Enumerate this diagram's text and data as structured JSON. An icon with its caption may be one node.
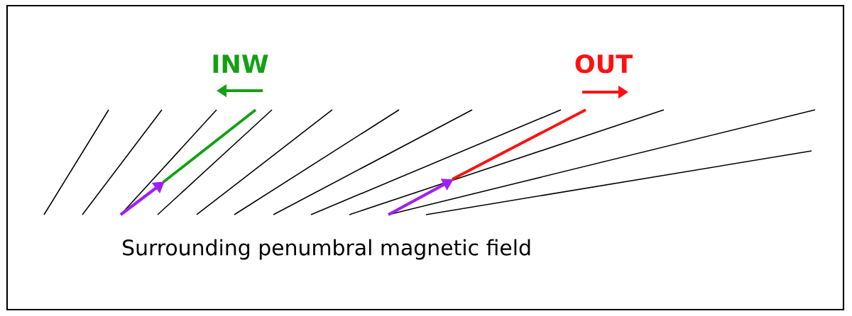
{
  "diagram": {
    "labels": [
      "INW",
      "OUT",
      "Surrounding penumbral magnetic field"
    ]
  }
}
